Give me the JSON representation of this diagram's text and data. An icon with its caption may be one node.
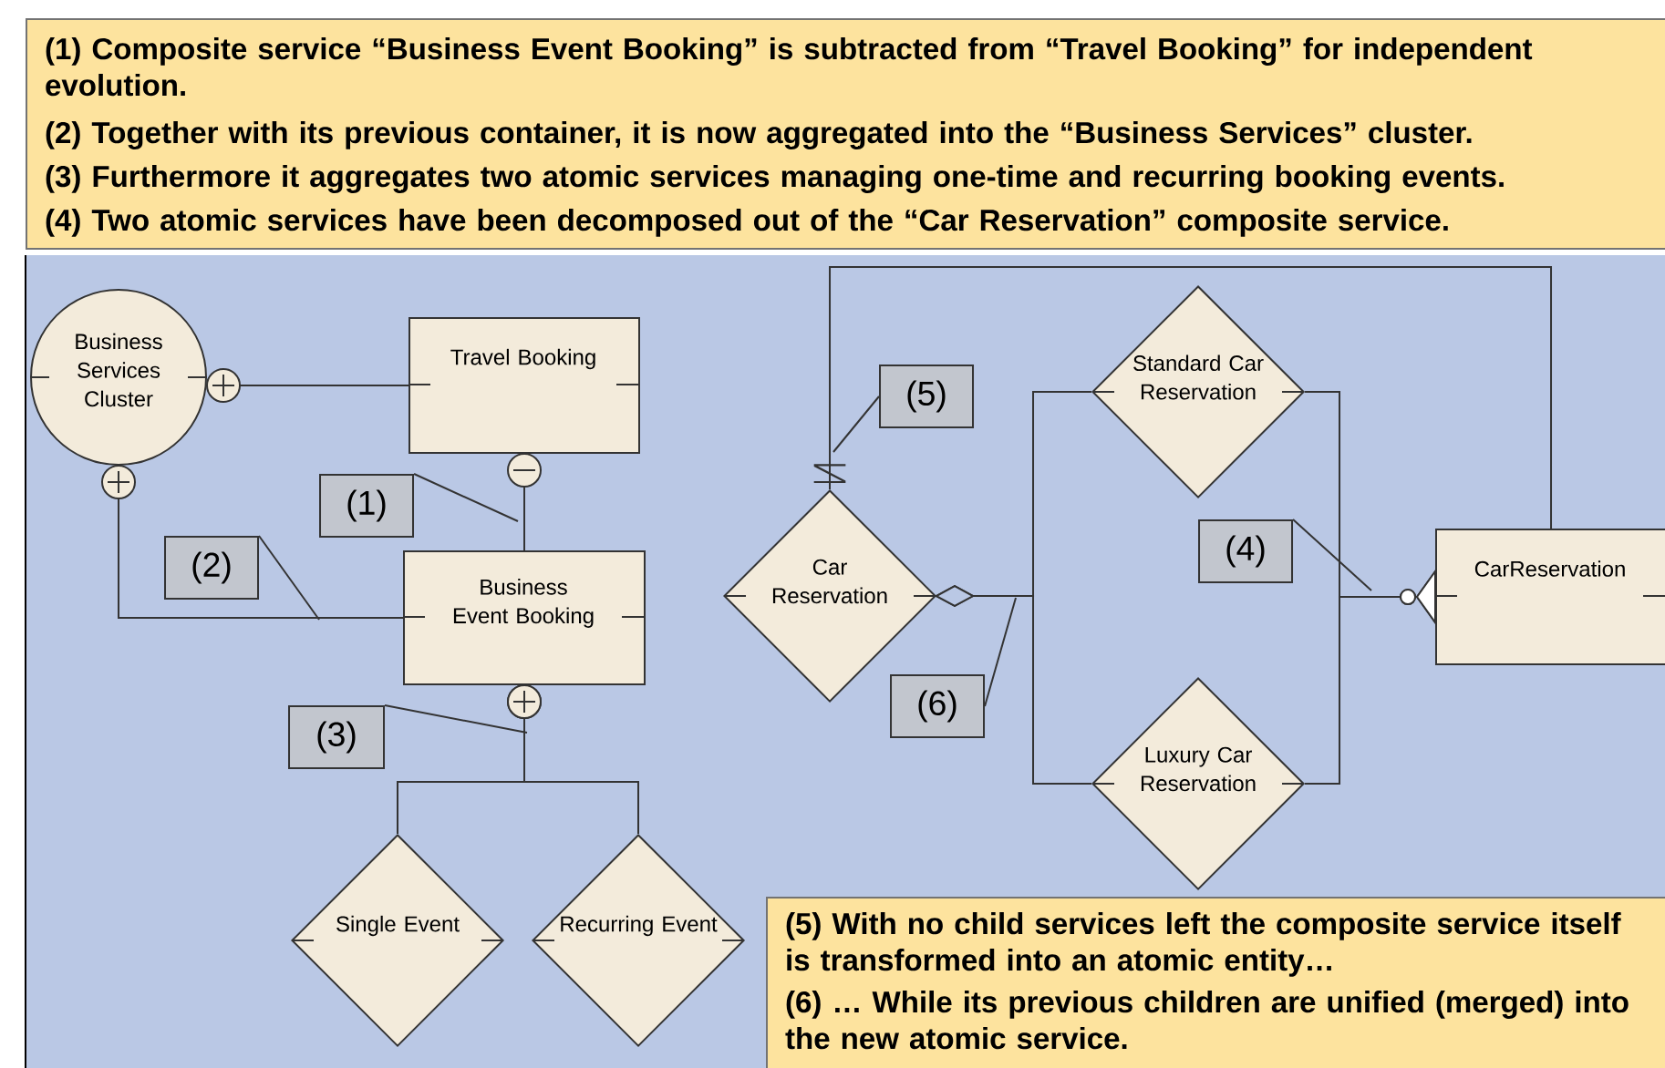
{
  "diagram": {
    "nodes": [
      {
        "text": [
          "(1) Composite service “Business Event Booking” is subtracted from “Travel Booking” for independent evolution.",
          "(2) Together with its previous container, it is now aggregated into the “Business Services” cluster.",
          "(3) Furthermore it aggregates two atomic services managing one-time and recurring booking events.",
          "(4) Two atomic services have been decomposed out of the “Car Reservation” composite service."
        ]
      },
      {
        "text": [
          "Business Services Cluster"
        ]
      },
      {
        "text": [
          "Travel Booking"
        ]
      },
      {
        "text": [
          "Business Event Booking"
        ]
      },
      {
        "text": [
          "Single Event"
        ]
      },
      {
        "text": [
          "Recurring Event"
        ]
      },
      {
        "text": [
          "Car Reservation"
        ]
      },
      {
        "text": [
          "Standard Car Reservation"
        ]
      },
      {
        "text": [
          "Luxury Car Reservation"
        ]
      },
      {
        "text": [
          "CarReservation"
        ]
      },
      {
        "text": [
          "(1)"
        ]
      },
      {
        "text": [
          "(2)"
        ]
      },
      {
        "text": [
          "(3)"
        ]
      },
      {
        "text": [
          "(5)"
        ]
      },
      {
        "text": [
          "(4)"
        ]
      },
      {
        "text": [
          "(6)"
        ]
      },
      {
        "text": [
          "(5) With no child services left the composite service itself is transformed into an atomic entity…",
          "(6) … While its previous children are unified (merged) into the new atomic service."
        ]
      }
    ],
    "edges": [
      {
        "from": 1,
        "to": 2,
        "arrow": "other"
      },
      {
        "from": 2,
        "to": 3,
        "arrow": "other"
      },
      {
        "from": 1,
        "to": 3,
        "arrow": "other"
      },
      {
        "from": 3,
        "to": 4,
        "arrow": "other"
      },
      {
        "from": 3,
        "to": 5,
        "arrow": "other"
      },
      {
        "from": 6,
        "to": 9,
        "arrow": "other"
      },
      {
        "from": 7,
        "to": 6,
        "arrow": "other"
      },
      {
        "from": 8,
        "to": 6,
        "arrow": "other"
      },
      {
        "from": 7,
        "to": 9,
        "arrow": "other"
      },
      {
        "from": 8,
        "to": 9,
        "arrow": "other"
      },
      {
        "from": 10,
        "to": null,
        "arrow": "none"
      },
      {
        "from": 11,
        "to": null,
        "arrow": "none"
      },
      {
        "from": 12,
        "to": null,
        "arrow": "none"
      },
      {
        "from": 13,
        "to": null,
        "arrow": "none"
      },
      {
        "from": 14,
        "to": null,
        "arrow": "none"
      },
      {
        "from": 15,
        "to": null,
        "arrow": "none"
      }
    ]
  }
}
